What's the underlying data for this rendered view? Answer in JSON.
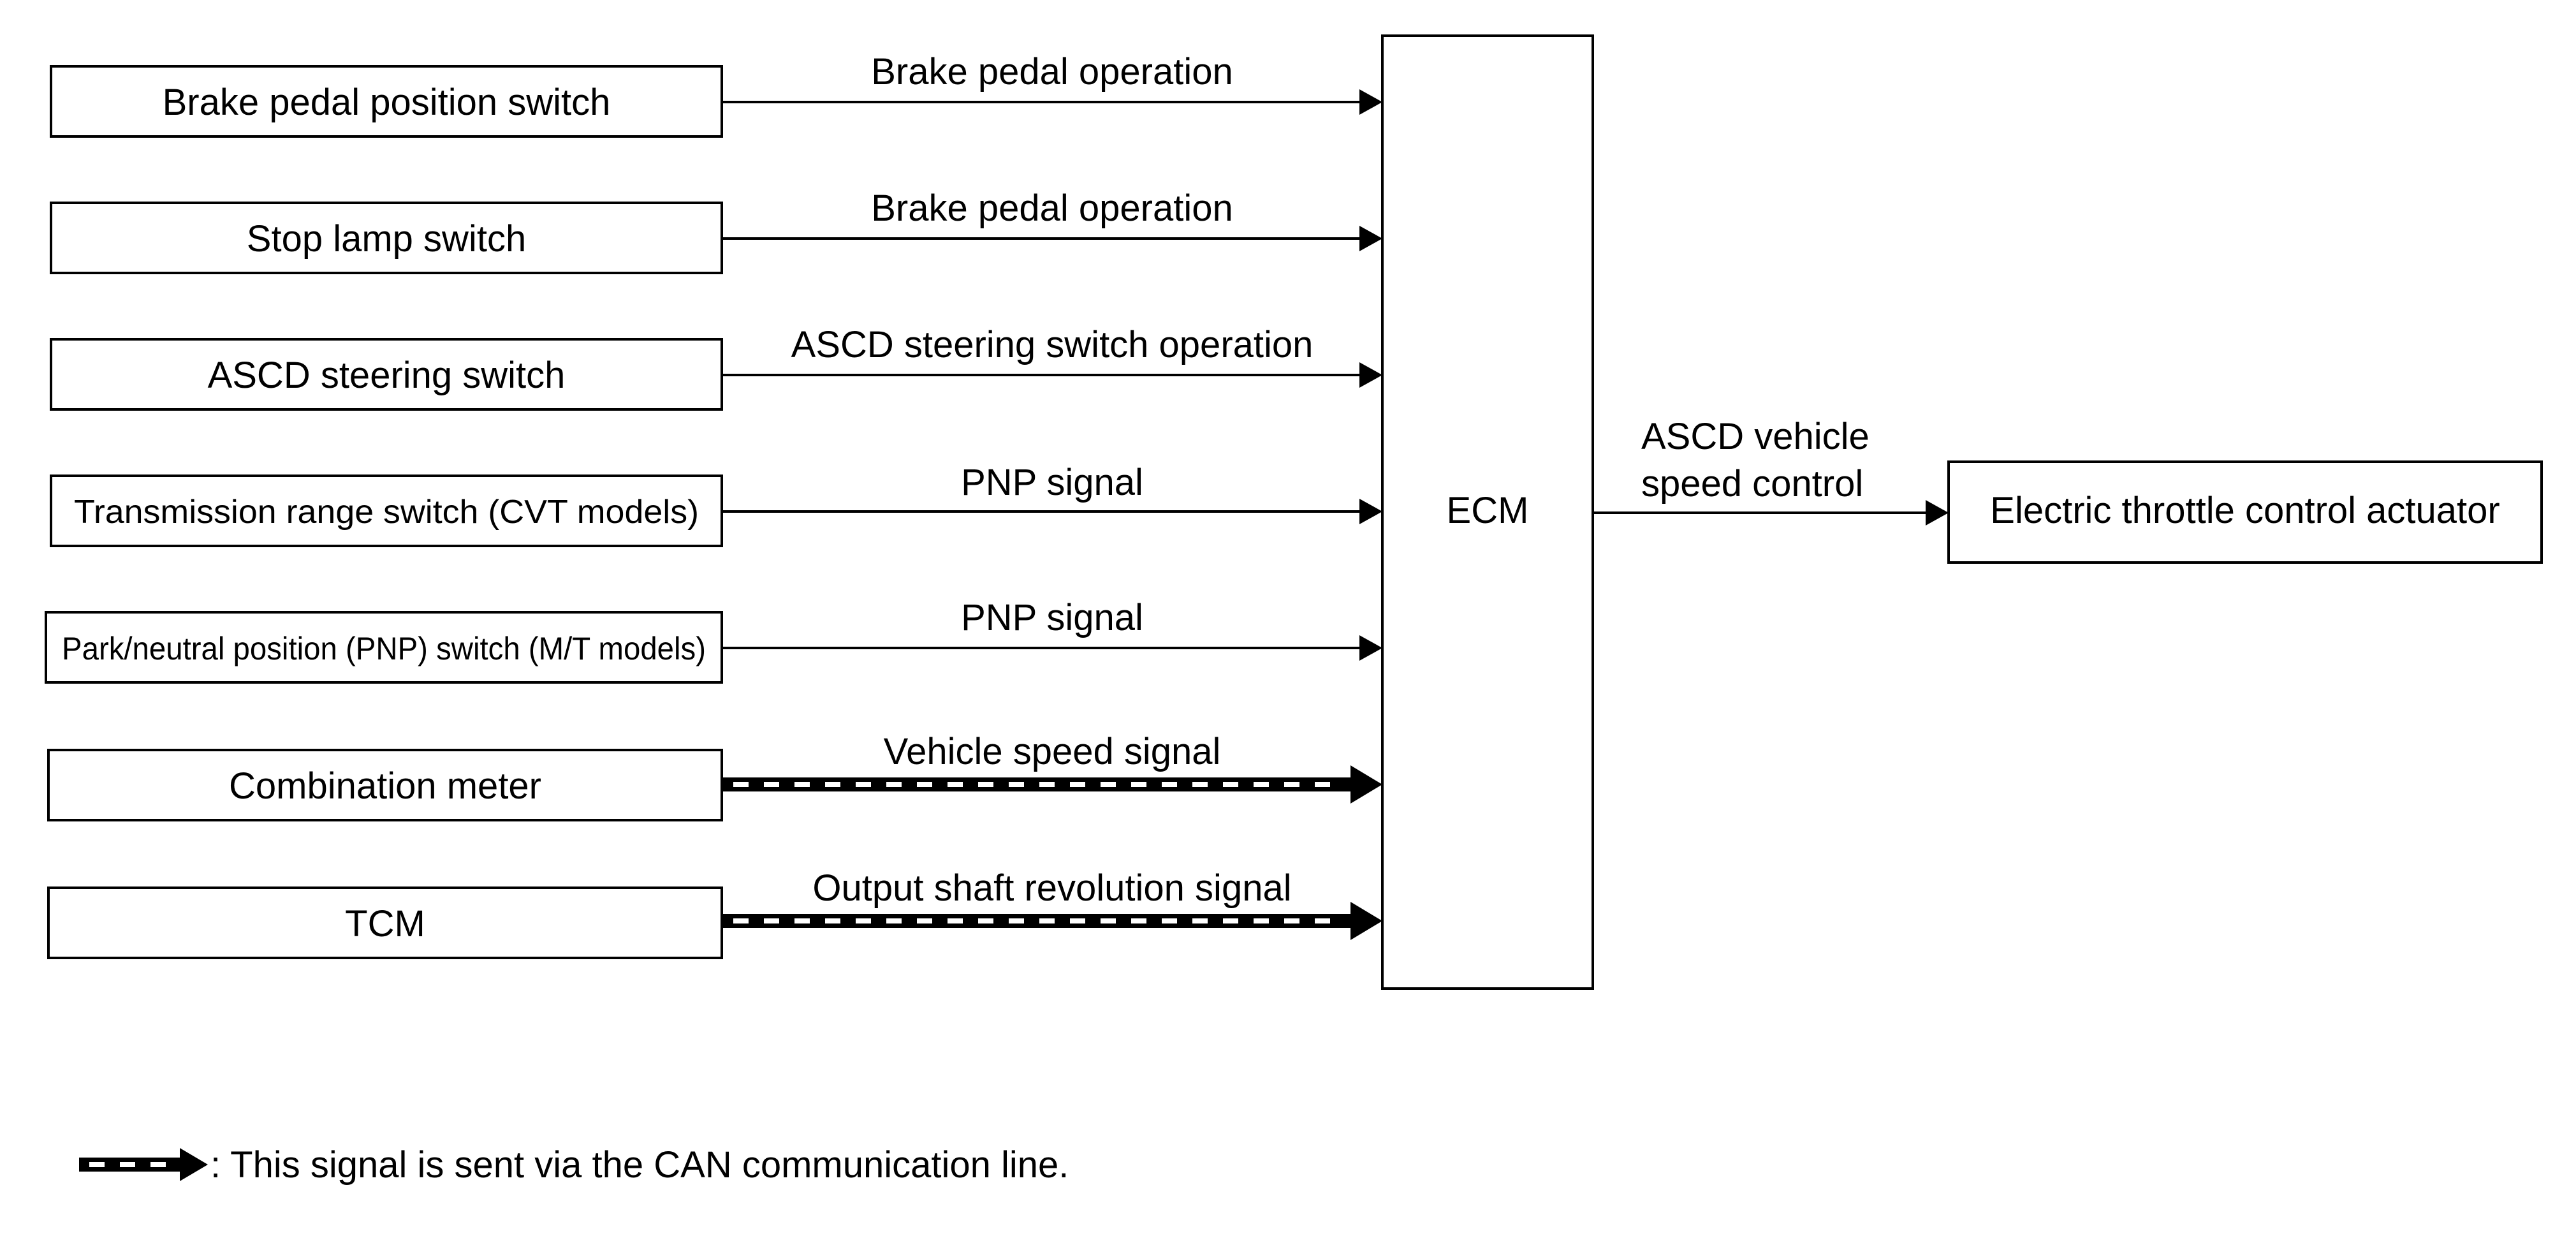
{
  "inputs": [
    {
      "label": "Brake pedal position switch",
      "signal": "Brake pedal operation",
      "can": false
    },
    {
      "label": "Stop lamp switch",
      "signal": "Brake pedal operation",
      "can": false
    },
    {
      "label": "ASCD steering switch",
      "signal": "ASCD steering switch operation",
      "can": false
    },
    {
      "label": "Transmission range switch (CVT models)",
      "signal": "PNP signal",
      "can": false
    },
    {
      "label": "Park/neutral position (PNP) switch (M/T models)",
      "signal": "PNP signal",
      "can": false
    },
    {
      "label": "Combination meter",
      "signal": "Vehicle speed signal",
      "can": true
    },
    {
      "label": "TCM",
      "signal": "Output shaft revolution signal",
      "can": true
    }
  ],
  "ecm": {
    "label": "ECM"
  },
  "output": {
    "signal_line1": "ASCD vehicle",
    "signal_line2": "speed control",
    "label": "Electric throttle control actuator"
  },
  "legend": {
    "text": ": This signal is sent via the CAN communication line."
  }
}
